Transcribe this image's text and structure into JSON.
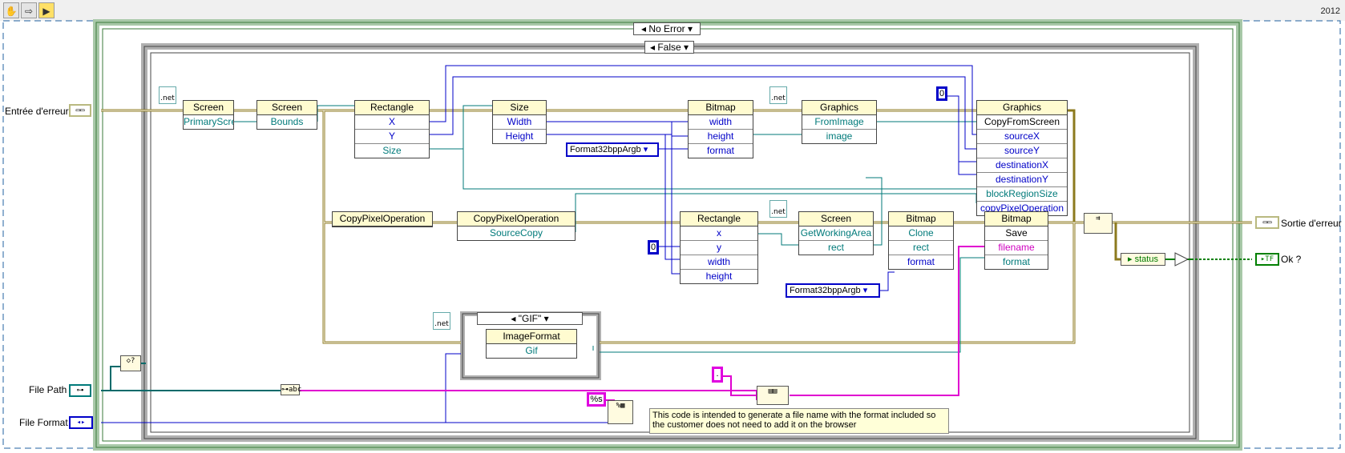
{
  "toolbar": {
    "tools": [
      "hand-icon",
      "arrow-icon",
      "labview-icon"
    ],
    "version": "2012"
  },
  "structures": {
    "outer_case": "No Error",
    "inner_case": "False",
    "format_case": "\"GIF\""
  },
  "terminals": {
    "error_in": "Entrée d'erreur",
    "error_out": "Sortie d'erreur",
    "ok": "Ok ?",
    "file_path": "File Path",
    "file_format": "File Format"
  },
  "nodes": {
    "screen1": {
      "title": "Screen",
      "rows": [
        "PrimaryScreen"
      ]
    },
    "screen2": {
      "title": "Screen",
      "rows": [
        "Bounds"
      ]
    },
    "rectangle1": {
      "title": "Rectangle",
      "rows": [
        "X",
        "Y",
        "Size"
      ]
    },
    "size": {
      "title": "Size",
      "rows": [
        "Width",
        "Height"
      ]
    },
    "bitmap1": {
      "title": "Bitmap",
      "rows": [
        "width",
        "height",
        "format"
      ]
    },
    "graphics1": {
      "title": "Graphics",
      "rows": [
        "FromImage",
        "image"
      ]
    },
    "graphics2": {
      "title": "Graphics",
      "rows": [
        "CopyFromScreen",
        "sourceX",
        "sourceY",
        "destinationX",
        "destinationY",
        "blockRegionSize",
        "copyPixelOperation"
      ]
    },
    "cpo1": {
      "title": "CopyPixelOperation"
    },
    "cpo2": {
      "title": "CopyPixelOperation",
      "rows": [
        "SourceCopy"
      ]
    },
    "rectangle2": {
      "title": "Rectangle",
      "rows": [
        "x",
        "y",
        "width",
        "height"
      ]
    },
    "screen3": {
      "title": "Screen",
      "rows": [
        "GetWorkingArea",
        "rect"
      ]
    },
    "bitmap2": {
      "title": "Bitmap",
      "rows": [
        "Clone",
        "rect",
        "format"
      ]
    },
    "bitmap3": {
      "title": "Bitmap",
      "rows": [
        "Save",
        "filename",
        "format"
      ]
    },
    "imageformat": {
      "title": "ImageFormat",
      "rows": [
        "Gif"
      ]
    }
  },
  "constants": {
    "format1": "Format32bppArgb",
    "format2": "Format32bppArgb",
    "zero1": "0",
    "zero2": "0",
    "dot": ".",
    "percent_s": "%s",
    "status": "status",
    "net": ".net"
  },
  "comment": "This code is intended to generate a file name with the format included so the customer does not need to add it on the browser",
  "colors": {
    "error_wire": "#8c7a1e",
    "refnum_wire": "#006a6a",
    "int_wire": "#0000c8",
    "string_wire": "#e000d0",
    "bool_wire": "#008000",
    "frame": "#3a7a3a"
  }
}
